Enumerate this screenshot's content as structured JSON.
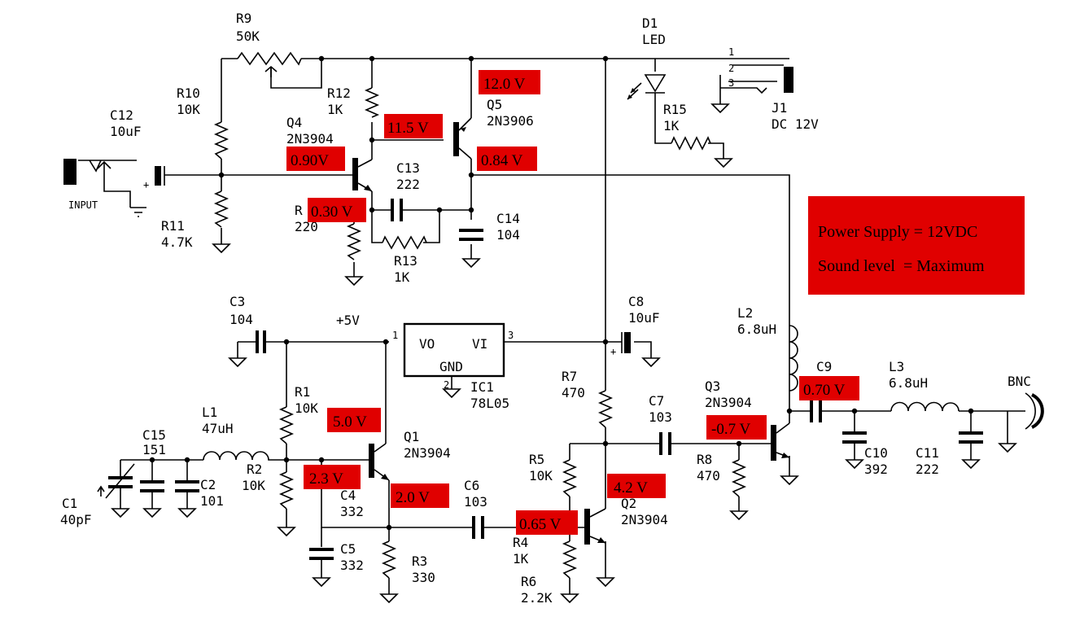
{
  "colors": {
    "annotation_fill": "#e00000",
    "wire": "#000000",
    "background": "#ffffff"
  },
  "components": {
    "R9": "R9",
    "R9_val": "50K",
    "R10": "R10",
    "R10_val": "10K",
    "R11": "R11",
    "R11_val": "4.7K",
    "R12": "R12",
    "R12_val": "1K",
    "R13": "R13",
    "R13_val": "1K",
    "R14_frag": "R",
    "R14_val": "220",
    "R15": "R15",
    "R15_val": "1K",
    "R1": "R1",
    "R1_val": "10K",
    "R2": "R2",
    "R2_val": "10K",
    "R3": "R3",
    "R3_val": "330",
    "R4": "R4",
    "R4_val": "1K",
    "R5": "R5",
    "R5_val": "10K",
    "R6": "R6",
    "R6_val": "2.2K",
    "R7": "R7",
    "R7_val": "470",
    "R8": "R8",
    "R8_val": "470",
    "C1": "C1",
    "C1_val": "40pF",
    "C2": "C2",
    "C2_val": "101",
    "C3": "C3",
    "C3_val": "104",
    "C4": "C4",
    "C4_val": "332",
    "C5": "C5",
    "C5_val": "332",
    "C6": "C6",
    "C6_val": "103",
    "C7": "C7",
    "C7_val": "103",
    "C8": "C8",
    "C8_val": "10uF",
    "C9": "C9",
    "C10": "C10",
    "C10_val": "392",
    "C11": "C11",
    "C11_val": "222",
    "C12": "C12",
    "C12_val": "10uF",
    "C13": "C13",
    "C13_val": "222",
    "C14": "C14",
    "C14_val": "104",
    "C15": "C15",
    "C15_val": "151",
    "L1": "L1",
    "L1_val": "47uH",
    "L2": "L2",
    "L2_val": "6.8uH",
    "L3": "L3",
    "L3_val": "6.8uH",
    "Q1": "Q1",
    "Q1_val": "2N3904",
    "Q2": "Q2",
    "Q2_val": "2N3904",
    "Q3": "Q3",
    "Q3_val": "2N3904",
    "Q4": "Q4",
    "Q4_val": "2N3904",
    "Q5": "Q5",
    "Q5_val": "2N3906",
    "D1": "D1",
    "D1_val": "LED",
    "J1": "J1",
    "J1_val": "DC 12V",
    "IC1": "IC1",
    "IC1_val": "78L05",
    "IC1_vo": "VO",
    "IC1_vi": "VI",
    "IC1_gnd": "GND",
    "IC1_pin1": "1",
    "IC1_pin2": "2",
    "IC1_pin3": "3",
    "J1_pin1": "1",
    "J1_pin2": "2",
    "J1_pin3": "3",
    "input": "INPUT",
    "bnc": "BNC",
    "plus5v": "+5V",
    "plus": "+"
  },
  "voltages": {
    "v_q5_e": "12.0 V",
    "v_q4_c": "11.5 V",
    "v_q4_b": "0.90V",
    "v_q5_c": "0.84 V",
    "v_q4_e": "0.30 V",
    "v_q1_c": "5.0 V",
    "v_q1_b": "2.3 V",
    "v_q1_e": "2.0 V",
    "v_q2_b": "0.65 V",
    "v_q2_c": "4.2 V",
    "v_q3_b": "-0.7 V",
    "v_q3_c": "0.70 V"
  },
  "info_box": {
    "line1": "Power Supply = 12VDC",
    "line2": "Sound level  = Maximum"
  }
}
